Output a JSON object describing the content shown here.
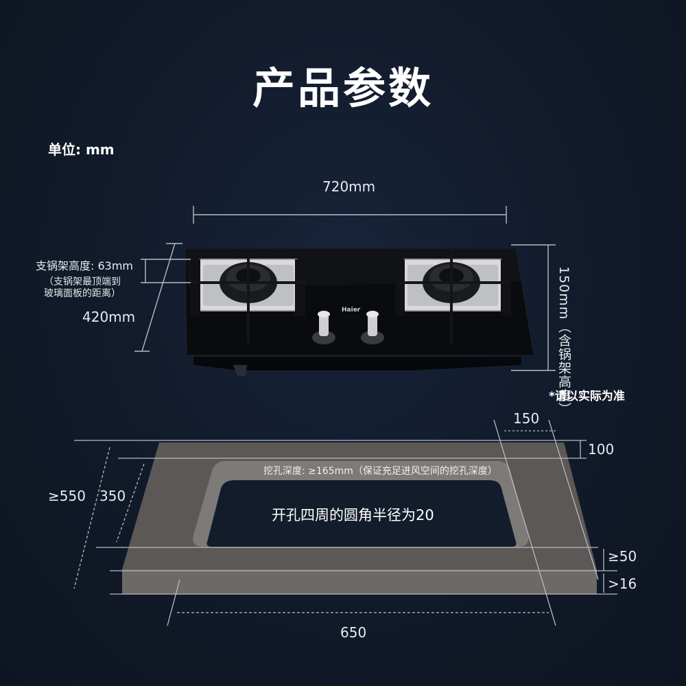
{
  "title": "产品参数",
  "unit_label": "单位: mm",
  "cooktop": {
    "width": "720mm",
    "depth": "420mm",
    "height_vertical": "150mm（含锅架高度）",
    "brand": "Haier",
    "stand_height": "支锅架高度: 63mm",
    "stand_note_1": "（支锅架最顶端到",
    "stand_note_2": "玻璃面板的距离）"
  },
  "note": "*请以实际为准",
  "cutout": {
    "top_offset": "150",
    "right_offset": "100",
    "counter_depth": "≥550",
    "hole_depth": "350",
    "depth_note": "挖孔深度: ≥165mm（保证充足进风空间的挖孔深度）",
    "corner_note": "开孔四周的圆角半径为20",
    "front_margin": "≥50",
    "thickness": ">16",
    "hole_width": "650"
  },
  "colors": {
    "background": "#121a28",
    "glass": "#0a0a0c",
    "counter": "#5d5a58",
    "hole": "#131c2b",
    "line": "#b8bcc4"
  }
}
